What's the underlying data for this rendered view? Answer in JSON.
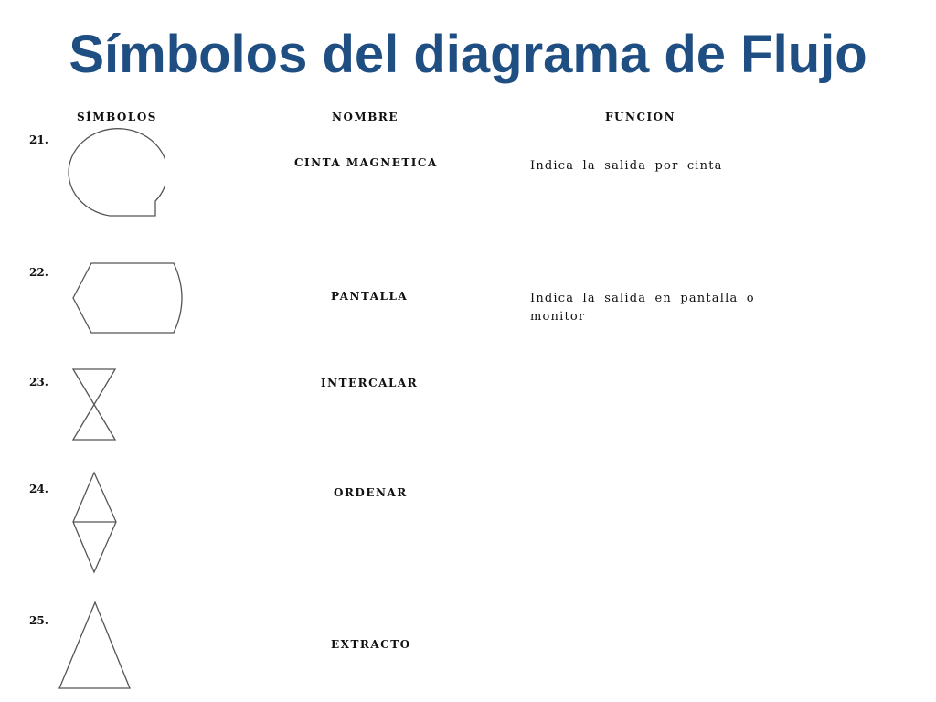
{
  "title": "Símbolos del diagrama de Flujo",
  "headers": {
    "simbolos": "SÍMBOLOS",
    "nombre": "NOMBRE",
    "funcion": "FUNCION"
  },
  "rows": [
    {
      "number": "21.",
      "name": "CINTA MAGNETICA",
      "function": "Indica la salida por cinta",
      "symbol": "magnetic-tape-icon"
    },
    {
      "number": "22.",
      "name": "PANTALLA",
      "function": "Indica la salida en pantalla o monitor",
      "symbol": "display-icon"
    },
    {
      "number": "23.",
      "name": "INTERCALAR",
      "function": "",
      "symbol": "collate-icon"
    },
    {
      "number": "24.",
      "name": "ORDENAR",
      "function": "",
      "symbol": "sort-icon"
    },
    {
      "number": "25.",
      "name": "EXTRACTO",
      "function": "",
      "symbol": "extract-icon"
    }
  ]
}
